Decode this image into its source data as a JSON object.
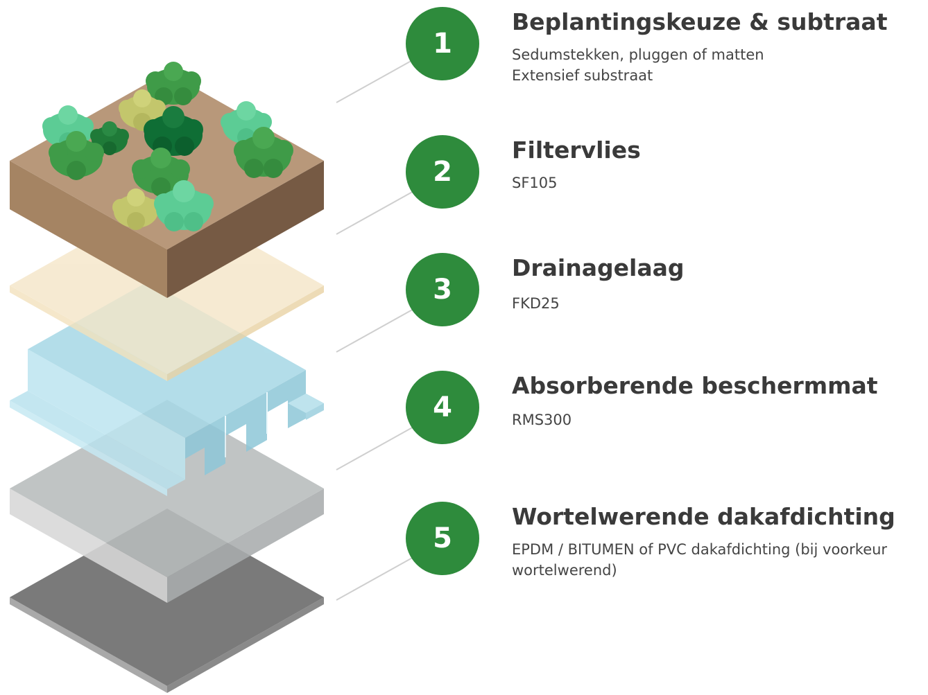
{
  "steps": [
    {
      "number": "1",
      "title": "Beplantingskeuze & subtraat",
      "lines": [
        "Sedumstekken, pluggen of matten",
        "Extensief substraat"
      ]
    },
    {
      "number": "2",
      "title": "Filtervlies",
      "lines": [
        "SF105"
      ]
    },
    {
      "number": "3",
      "title": "Drainagelaag",
      "lines": [
        "FKD25"
      ]
    },
    {
      "number": "4",
      "title": "Absorberende beschermmat",
      "lines": [
        "RMS300"
      ]
    },
    {
      "number": "5",
      "title": "Wortelwerende dakafdichting",
      "lines": [
        "EPDM / BITUMEN of PVC dakafdichting (bij voorkeur wortelwerend)"
      ]
    }
  ],
  "colors": {
    "badge": "#2e8b3c",
    "soil": "#b8987a",
    "filter": "#f5e6c8",
    "drainage": "#a6d8e6",
    "protection_mat": "#b8bcbd",
    "waterproofing": "#7a7a7a"
  }
}
